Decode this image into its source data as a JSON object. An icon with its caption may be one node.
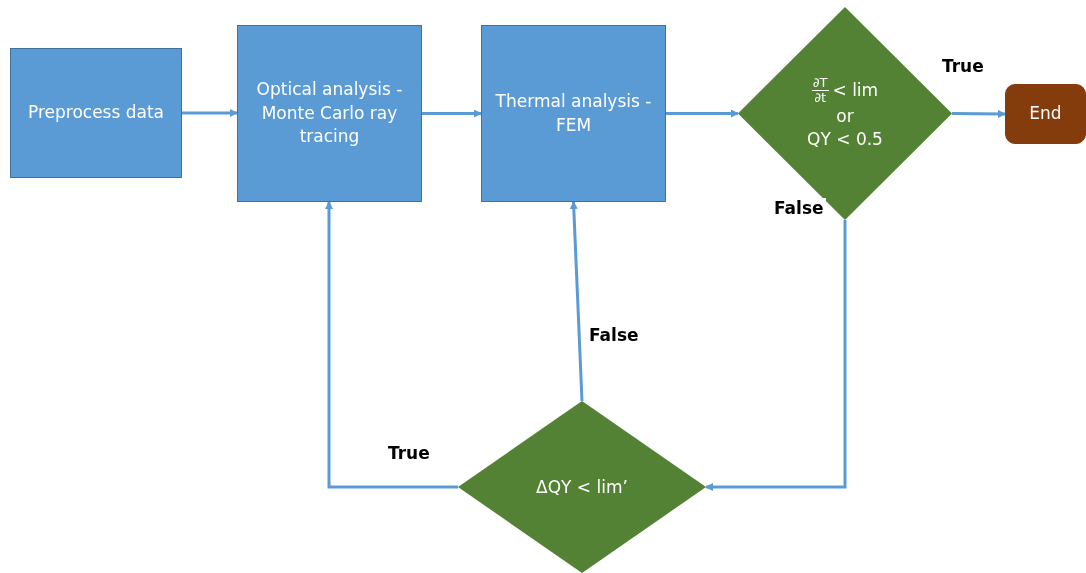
{
  "diagram": {
    "nodes": [
      {
        "text": [
          "Preprocess data"
        ]
      },
      {
        "text": [
          "Optical analysis - Monte Carlo ray tracing"
        ]
      },
      {
        "text": [
          "Thermal analysis - FEM"
        ]
      },
      {
        "text": [
          "∂T",
          "∂t",
          "< lim",
          "or",
          "QY < 0.5"
        ]
      },
      {
        "text": [
          "End"
        ]
      },
      {
        "text": [
          "ΔQY < lim’"
        ]
      }
    ],
    "edges": [
      {
        "from": 0,
        "to": 1,
        "arrow": "to"
      },
      {
        "from": 1,
        "to": 2,
        "arrow": "to"
      },
      {
        "from": 2,
        "to": 3,
        "arrow": "to"
      },
      {
        "from": 3,
        "to": 4,
        "arrow": "to",
        "label": "True"
      },
      {
        "from": 3,
        "to": 5,
        "arrow": "to",
        "label": "False"
      },
      {
        "from": 5,
        "to": 2,
        "arrow": "to",
        "label": "False"
      },
      {
        "from": 5,
        "to": 1,
        "arrow": "to",
        "label": "True"
      }
    ]
  }
}
